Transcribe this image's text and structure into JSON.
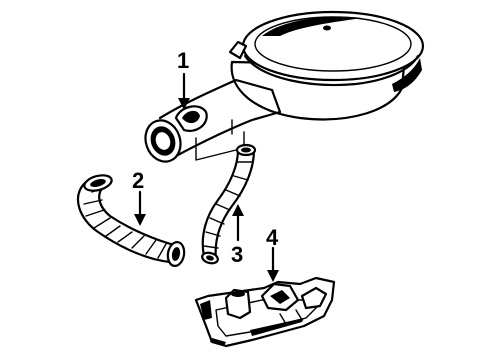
{
  "callouts": [
    {
      "id": "1",
      "text": "1"
    },
    {
      "id": "2",
      "text": "2"
    },
    {
      "id": "3",
      "text": "3"
    },
    {
      "id": "4",
      "text": "4"
    }
  ]
}
